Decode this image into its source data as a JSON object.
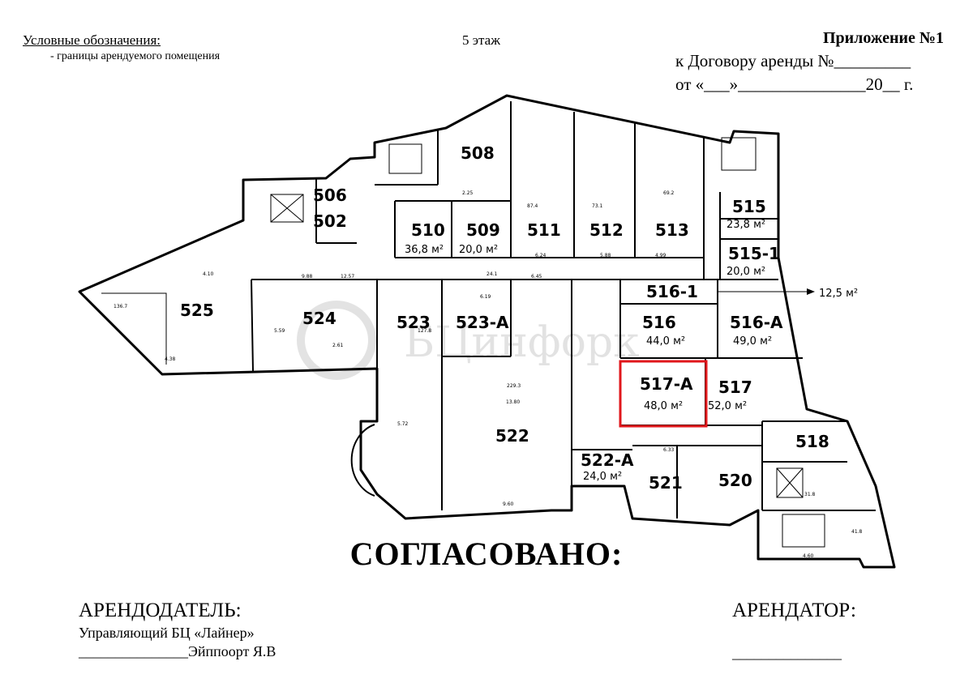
{
  "legend": {
    "title": "Условные обозначения:",
    "item": "-  границы арендуемого помещения"
  },
  "floor_label": "5 этаж",
  "appendix": {
    "title": "Приложение №1",
    "line1": "к Договору аренды №_________",
    "line2": "от «___»_______________20__ г."
  },
  "agreed": "СОГЛАСОВАНО:",
  "landlord": {
    "heading": "АРЕНДОДАТЕЛЬ:",
    "line1": "Управляющий БЦ «Лайнер»",
    "line2": "_______________Эйппоорт Я.В"
  },
  "tenant": {
    "heading": "АРЕНДАТОР:",
    "line": "_______________"
  },
  "watermark": "БЦинфорк",
  "highlight_color": "#e0161b",
  "rooms": [
    {
      "id": "506",
      "area": ""
    },
    {
      "id": "502",
      "area": ""
    },
    {
      "id": "508",
      "area": ""
    },
    {
      "id": "510",
      "area": "36,8 м²"
    },
    {
      "id": "509",
      "area": "20,0 м²"
    },
    {
      "id": "511",
      "area": ""
    },
    {
      "id": "512",
      "area": ""
    },
    {
      "id": "513",
      "area": ""
    },
    {
      "id": "515",
      "area": "23,8 м²"
    },
    {
      "id": "515-1",
      "area": "20,0 м²"
    },
    {
      "id": "516-1",
      "area": "12,5 м²"
    },
    {
      "id": "516",
      "area": "44,0 м²"
    },
    {
      "id": "516-А",
      "area": "49,0 м²"
    },
    {
      "id": "525",
      "area": ""
    },
    {
      "id": "524",
      "area": ""
    },
    {
      "id": "523",
      "area": ""
    },
    {
      "id": "523-А",
      "area": ""
    },
    {
      "id": "517-А",
      "area": "48,0 м²"
    },
    {
      "id": "517",
      "area": "52,0 м²"
    },
    {
      "id": "522",
      "area": ""
    },
    {
      "id": "522-А",
      "area": "24,0 м²"
    },
    {
      "id": "521",
      "area": ""
    },
    {
      "id": "520",
      "area": ""
    },
    {
      "id": "518",
      "area": ""
    }
  ]
}
